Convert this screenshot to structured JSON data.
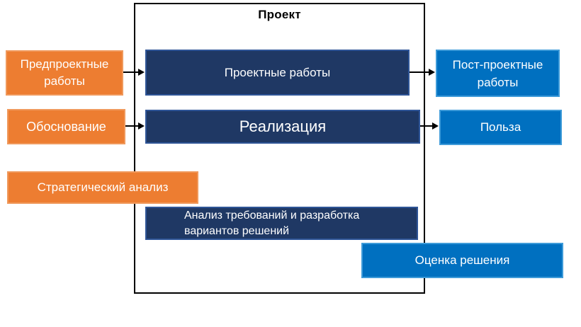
{
  "diagram": {
    "title": "Проект",
    "colors": {
      "orange": "#ED7D31",
      "orange_border": "#F0995C",
      "navy": "#1F3864",
      "navy_border": "#2F5597",
      "blue": "#0070C0",
      "blue_border": "#3E9BD9",
      "outline": "#000000"
    },
    "boxes": {
      "pre_project": {
        "label": "Предпроектные работы"
      },
      "project_works": {
        "label": "Проектные работы"
      },
      "post_project": {
        "label": "Пост-проектные работы"
      },
      "justification": {
        "label": "Обоснование"
      },
      "realization": {
        "label": "Реализация"
      },
      "benefit": {
        "label": "Польза"
      },
      "strategic_analysis": {
        "label": "Стратегический анализ"
      },
      "requirements": {
        "label": "Анализ требований и разработка вариантов решений",
        "lines": [
          "Анализ требований и разработка",
          "вариантов решений"
        ]
      },
      "evaluation": {
        "label": "Оценка решения"
      }
    }
  }
}
